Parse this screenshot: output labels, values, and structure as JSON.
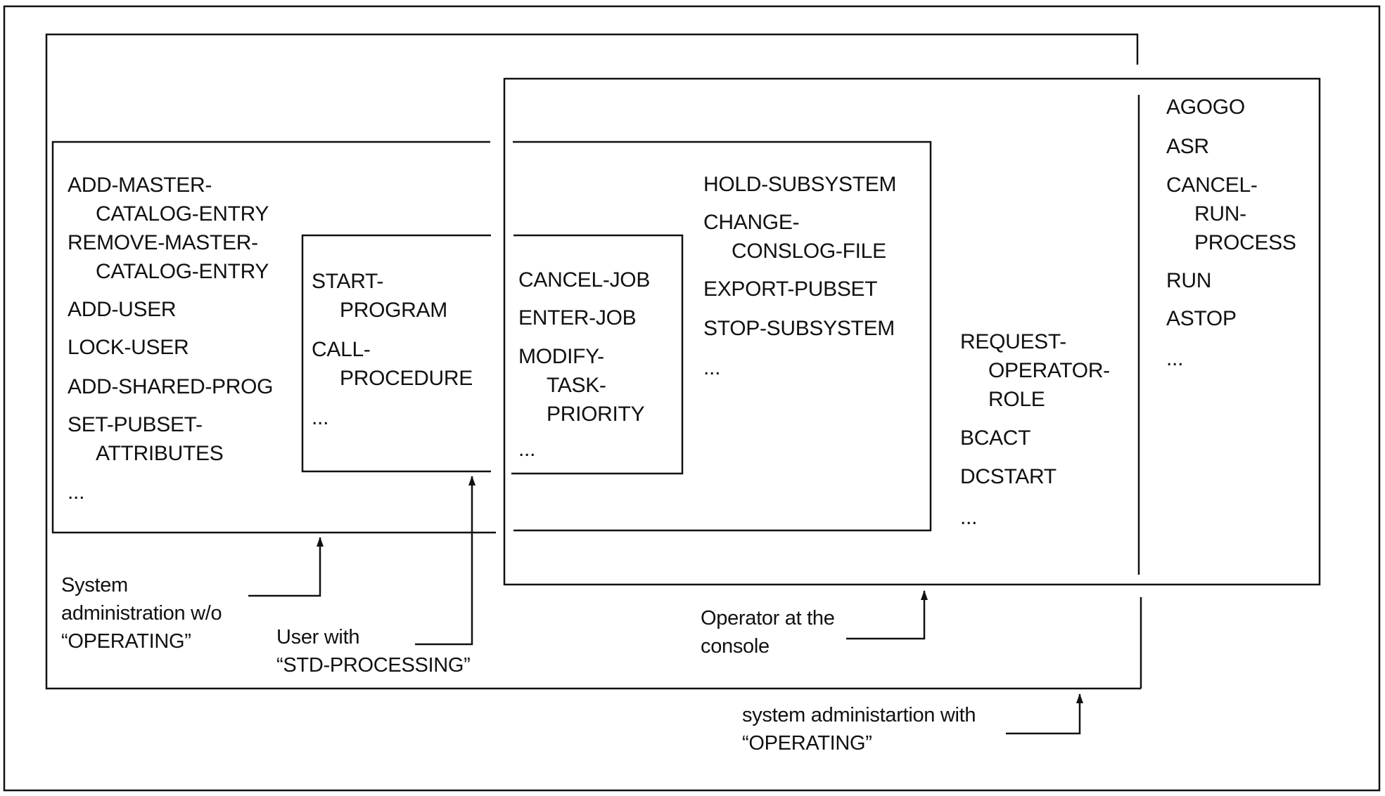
{
  "columns": {
    "sysadmin_commands": [
      "ADD-MASTER-",
      "CATALOG-ENTRY",
      "REMOVE-MASTER-",
      "CATALOG-ENTRY",
      "ADD-USER",
      "LOCK-USER",
      "ADD-SHARED-PROG",
      "SET-PUBSET-",
      "ATTRIBUTES",
      "..."
    ],
    "user_commands": [
      "START-",
      "PROGRAM",
      "CALL-",
      "PROCEDURE",
      "..."
    ],
    "shared_user_operator": [
      "CANCEL-JOB",
      "ENTER-JOB",
      "MODIFY-",
      "TASK-",
      "PRIORITY",
      "..."
    ],
    "sysadmin_operator": [
      "HOLD-SUBSYSTEM",
      "CHANGE-",
      "CONSLOG-FILE",
      "EXPORT-PUBSET",
      "STOP-SUBSYSTEM",
      "..."
    ],
    "operating_commands": [
      "REQUEST-",
      "OPERATOR-",
      "ROLE",
      "BCACT",
      "DCSTART",
      "..."
    ],
    "console_commands": [
      "AGOGO",
      "ASR",
      "CANCEL-",
      "RUN-",
      "PROCESS",
      "RUN",
      "ASTOP",
      "..."
    ]
  },
  "labels": {
    "sysadmin_wo_operating": [
      "System",
      "administration w/o",
      "“OPERATING”"
    ],
    "user_std_processing": [
      "User with",
      "“STD-PROCESSING”"
    ],
    "operator_console": [
      "Operator at the",
      "console"
    ],
    "sysadmin_with_operating": [
      "system administartion with",
      "“OPERATING”"
    ]
  }
}
